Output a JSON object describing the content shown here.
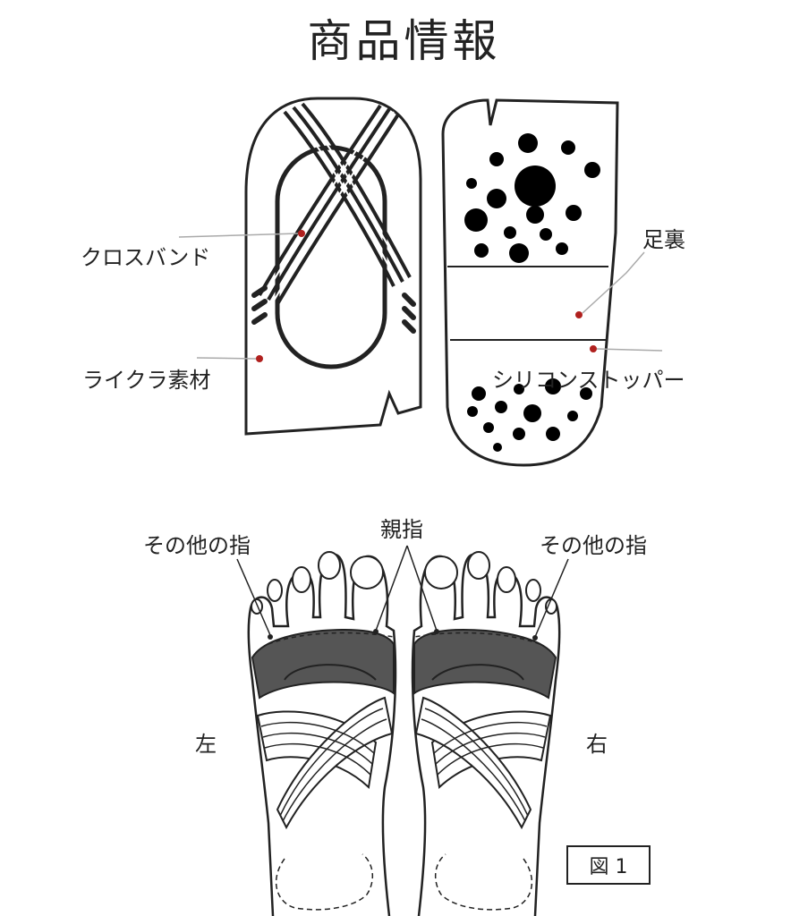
{
  "title": "商品情報",
  "labels": {
    "cross_band": "クロスバンド",
    "lycra": "ライクラ素材",
    "sole": "足裏",
    "silicone": "シリコンストッパー",
    "big_toe": "親指",
    "other_toes_left": "その他の指",
    "other_toes_right": "その他の指",
    "left": "左",
    "right": "右",
    "figure": "図 1"
  },
  "colors": {
    "line": "#222222",
    "accent_dot": "#b0201e",
    "band_fill": "#555555",
    "pointer_line": "#aaaaaa"
  }
}
